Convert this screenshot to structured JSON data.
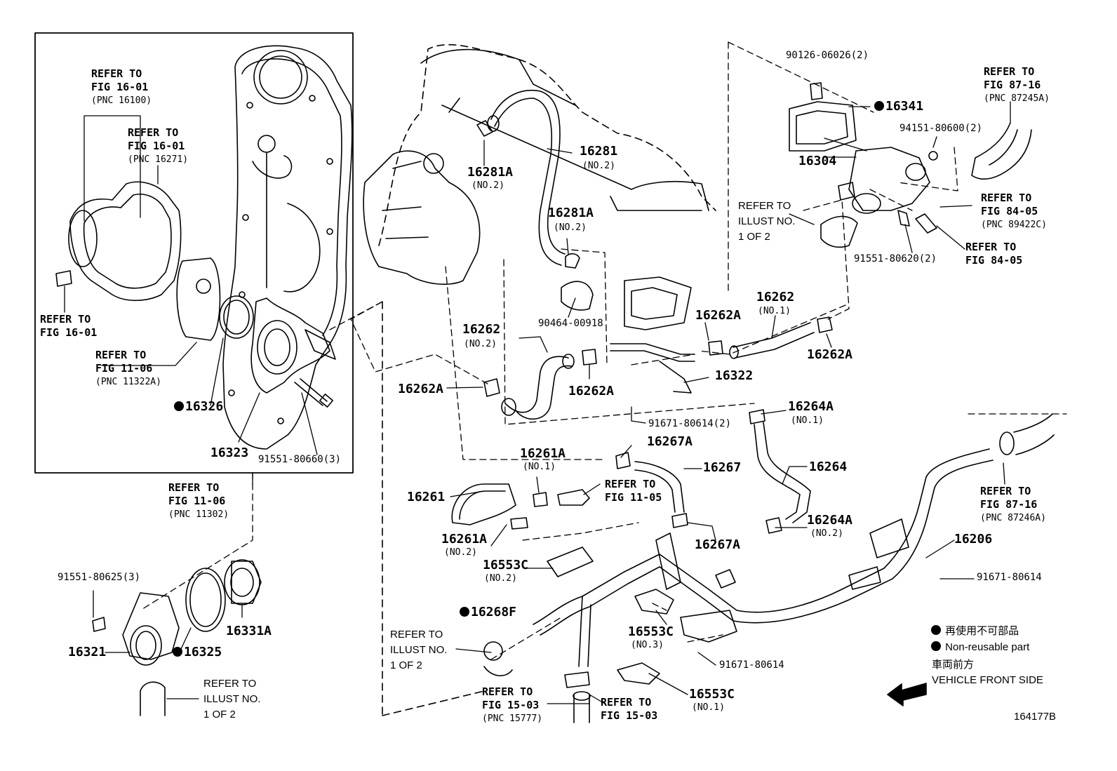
{
  "diagram_id": "164177B",
  "legend": {
    "jp_nonreusable": "再使用不可部品",
    "en_nonreusable": "Non-reusable part",
    "jp_front": "車両前方",
    "en_front": "VEHICLE FRONT SIDE"
  },
  "parts": {
    "p16341": "16341",
    "p16304": "16304",
    "p16281": "16281",
    "p16281_sub": "(NO.2)",
    "p16281A_1": "16281A",
    "p16281A_1_sub": "(NO.2)",
    "p16281A_2": "16281A",
    "p16281A_2_sub": "(NO.2)",
    "p90464": "90464-00918",
    "p16262_1": "16262",
    "p16262_1_sub": "(NO.1)",
    "p16262_2": "16262",
    "p16262_2_sub": "(NO.2)",
    "p16262A_1": "16262A",
    "p16262A_2": "16262A",
    "p16262A_3": "16262A",
    "p16262A_4": "16262A",
    "p16322": "16322",
    "p91671_2": "91671-80614(2)",
    "p16264A_1": "16264A",
    "p16264A_1_sub": "(NO.1)",
    "p16264": "16264",
    "p16264A_2": "16264A",
    "p16264A_2_sub": "(NO.2)",
    "p16267A_1": "16267A",
    "p16267": "16267",
    "p16267A_2": "16267A",
    "p16261A_1": "16261A",
    "p16261A_1_sub": "(NO.1)",
    "p16261": "16261",
    "p16261A_2": "16261A",
    "p16261A_2_sub": "(NO.2)",
    "p16553C_2": "16553C",
    "p16553C_2_sub": "(NO.2)",
    "p16553C_3": "16553C",
    "p16553C_3_sub": "(NO.3)",
    "p16553C_1": "16553C",
    "p16553C_1_sub": "(NO.1)",
    "p16268F": "16268F",
    "p16206": "16206",
    "p91671_a": "91671-80614",
    "p91671_b": "91671-80614",
    "p16326": "16326",
    "p16323": "16323",
    "p91551_660": "91551-80660(3)",
    "p91551_625": "91551-80625(3)",
    "p16331A": "16331A",
    "p16321": "16321",
    "p16325": "16325",
    "p90126": "90126-06026(2)",
    "p94151": "94151-80600(2)",
    "p91551_620": "91551-80620(2)"
  },
  "refs": {
    "r1": [
      "REFER TO",
      "FIG 16-01",
      "(PNC 16100)"
    ],
    "r2": [
      "REFER TO",
      "FIG 16-01",
      "(PNC 16271)"
    ],
    "r3": [
      "REFER TO",
      "FIG 16-01"
    ],
    "r4": [
      "REFER TO",
      "FIG 11-06",
      "(PNC 11322A)"
    ],
    "r5": [
      "REFER TO",
      "FIG 11-06",
      "(PNC 11302)"
    ],
    "r6": [
      "REFER TO",
      "FIG 87-16",
      "(PNC 87245A)"
    ],
    "r7": [
      "REFER TO",
      "FIG 84-05",
      "(PNC 89422C)"
    ],
    "r8": [
      "REFER TO",
      "FIG 84-05"
    ],
    "r9": [
      "REFER TO",
      "FIG 11-05"
    ],
    "r10": [
      "REFER TO",
      "FIG 87-16",
      "(PNC 87246A)"
    ],
    "r11": [
      "REFER TO",
      "FIG 15-03",
      "(PNC 15777)"
    ],
    "r12": [
      "REFER TO",
      "FIG 15-03"
    ],
    "ill1": [
      "REFER TO",
      "ILLUST NO.",
      "1 OF 2"
    ],
    "ill2": [
      "REFER TO",
      "ILLUST NO.",
      "1 OF 2"
    ],
    "ill3": [
      "REFER TO",
      "ILLUST NO.",
      "1 OF 2"
    ]
  }
}
